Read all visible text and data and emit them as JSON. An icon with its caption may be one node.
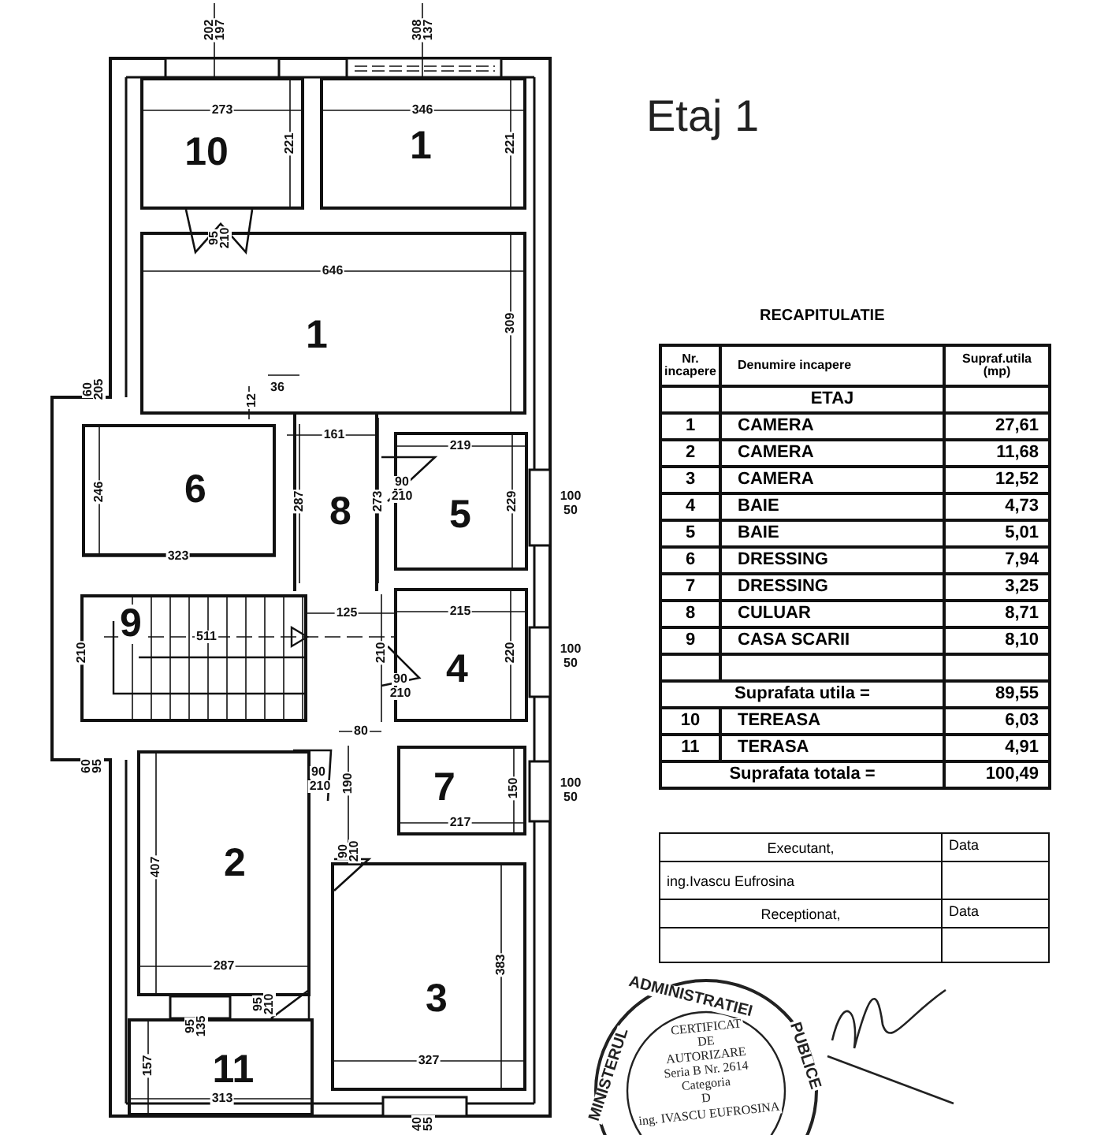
{
  "diagram": {
    "title": "Etaj 1",
    "nodes": [
      {
        "text": [
          "10"
        ]
      },
      {
        "text": [
          "1"
        ]
      },
      {
        "text": [
          "1"
        ]
      },
      {
        "text": [
          "6"
        ]
      },
      {
        "text": [
          "8"
        ]
      },
      {
        "text": [
          "5"
        ]
      },
      {
        "text": [
          "9"
        ]
      },
      {
        "text": [
          "4"
        ]
      },
      {
        "text": [
          "7"
        ]
      },
      {
        "text": [
          "2"
        ]
      },
      {
        "text": [
          "3"
        ]
      },
      {
        "text": [
          "11"
        ]
      }
    ],
    "edges": [],
    "labels": [
      "202",
      "197",
      "308",
      "137",
      "273",
      "346",
      "221",
      "221",
      "95",
      "210",
      "646",
      "309",
      "60",
      "205",
      "12",
      "36",
      "161",
      "246",
      "323",
      "287",
      "273",
      "90",
      "210",
      "219",
      "229",
      "100",
      "50",
      "125",
      "215",
      "511",
      "210",
      "210",
      "90",
      "210",
      "220",
      "100",
      "50",
      "60",
      "95",
      "80",
      "90",
      "210",
      "190",
      "90",
      "210",
      "150",
      "217",
      "100",
      "50",
      "407",
      "287",
      "95",
      "135",
      "95",
      "210",
      "327",
      "383",
      "157",
      "313",
      "40",
      "55",
      "RECAPITULATIE",
      "Nr. incapere",
      "Denumire incapere",
      "Supraf.utila (mp)",
      "ETAJ",
      "1",
      "CAMERA",
      "27,61",
      "2",
      "CAMERA",
      "11,68",
      "3",
      "CAMERA",
      "12,52",
      "4",
      "BAIE",
      "4,73",
      "5",
      "BAIE",
      "5,01",
      "6",
      "DRESSING",
      "7,94",
      "7",
      "DRESSING",
      "3,25",
      "8",
      "CULUAR",
      "8,71",
      "9",
      "CASA SCARII",
      "8,10",
      "Suprafata utila =",
      "89,55",
      "10",
      "TEREASA",
      "6,03",
      "11",
      "TERASA",
      "4,91",
      "Suprafata totala =",
      "100,49",
      "Executant,",
      "Data",
      "ing.Ivascu Eufrosina",
      "Receptionat,",
      "Data",
      "MINISTERUL",
      "ADMINISTRATIEI",
      "PUBLICE",
      "CERTIFICAT",
      "DE",
      "AUTORIZARE",
      "Seria B Nr. 2614",
      "Categoria",
      "D",
      "ing. IVASCU EUFROSINA"
    ]
  }
}
